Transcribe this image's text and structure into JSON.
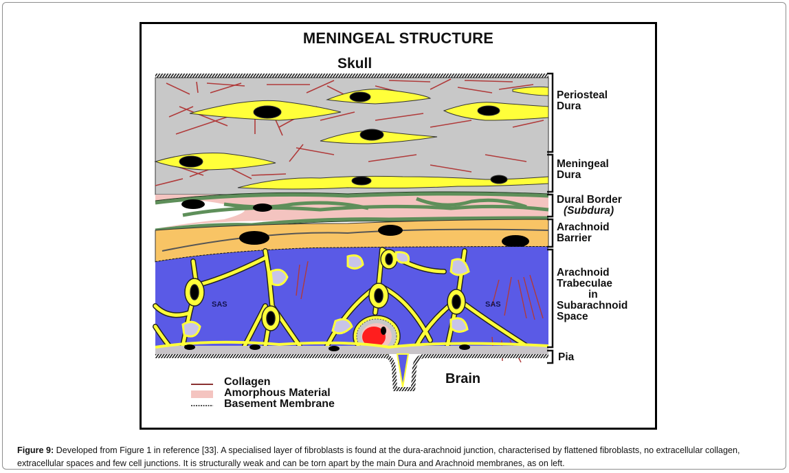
{
  "figure": {
    "title": "MENINGEAL STRUCTURE",
    "top_label": "Skull",
    "bottom_label": "Brain",
    "region_labels": [
      "SAS",
      "SAS"
    ],
    "layers": [
      {
        "line1": "Periosteal",
        "line2": "Dura"
      },
      {
        "line1": "Meningeal",
        "line2": "Dura"
      },
      {
        "line1": "Dural Border",
        "line2": "(Subdura)"
      },
      {
        "line1": "Arachnoid",
        "line2": "Barrier"
      },
      {
        "line1": "Arachnoid",
        "line2": "Trabeculae",
        "line3": "in",
        "line4": "Subarachnoid",
        "line5": "Space"
      },
      {
        "line1": "Pia"
      }
    ],
    "legend": [
      {
        "label": "Collagen",
        "icon": "red-line"
      },
      {
        "label": "Amorphous Material",
        "icon": "pink-block"
      },
      {
        "label": "Basement Membrane",
        "icon": "dashed-line"
      }
    ],
    "colors": {
      "dura_gray": "#c8c8c8",
      "collagen_red": "#b03a3a",
      "fibroblast_yellow": "#ffff3a",
      "nucleus_black": "#000000",
      "amorphous_pink": "#f4c4c0",
      "dural_border_green": "#5e8f5a",
      "arachnoid_orange": "#f8c465",
      "sas_blue": "#5a5ae6",
      "vessel_red": "#ff1e1e"
    }
  },
  "caption": {
    "label": "Figure 9:",
    "text": " Developed from Figure 1 in reference [33]. A specialised layer of fibroblasts is found at the dura-arachnoid junction, characterised by flattened fibroblasts, no extracellular collagen, extracellular spaces and few cell junctions. It is structurally weak and can be torn apart by the main Dura and Arachnoid membranes, as on left."
  }
}
